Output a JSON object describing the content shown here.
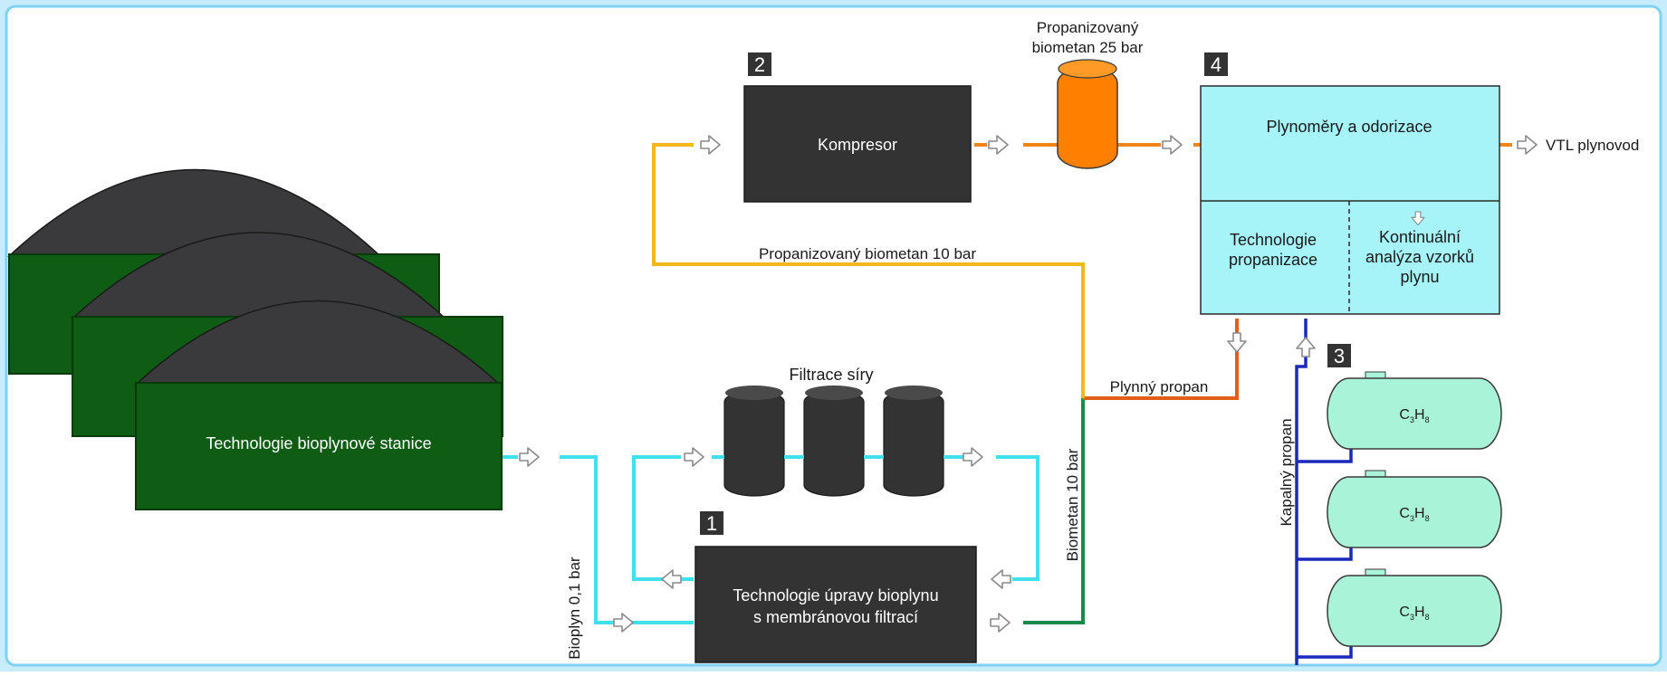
{
  "station": {
    "label": "Technologie bioplynové stanice"
  },
  "steps": {
    "one": "1",
    "two": "2",
    "three": "3",
    "four": "4"
  },
  "compressor": {
    "label": "Kompresor"
  },
  "sulfur_filter": {
    "label": "Filtrace síry"
  },
  "membrane": {
    "line1": "Technologie úpravy bioplynu",
    "line2": "s membránovou filtrací"
  },
  "module4": {
    "meters": "Plynoměry a odorizace",
    "propanization_line1": "Technologie",
    "propanization_line2": "propanizace",
    "analysis_line1": "Kontinuální",
    "analysis_line2": "analýza vzorků",
    "analysis_line3": "plynu"
  },
  "flows": {
    "biogas": "Bioplyn 0,1 bar",
    "biomethane10": "Biometan 10 bar",
    "propanized10": "Propanizovaný biometan 10 bar",
    "propanized25_line1": "Propanizovaný",
    "propanized25_line2": "biometan 25 bar",
    "gas_propane": "Plynný propan",
    "liquid_propane": "Kapalný propan",
    "output": "VTL plynovod"
  },
  "tanks": [
    {
      "base": "C",
      "sub1": "3",
      "mid": "H",
      "sub2": "8"
    },
    {
      "base": "C",
      "sub1": "3",
      "mid": "H",
      "sub2": "8"
    },
    {
      "base": "C",
      "sub1": "3",
      "mid": "H",
      "sub2": "8"
    }
  ],
  "colors": {
    "background": "#ffffff",
    "frame": "#5cc8f0",
    "dark_unit": "#333333",
    "station_green": "#0f5c14",
    "biogas_line": "#40e0ec",
    "biomethane_line": "#1a8a4a",
    "propanized10_line": "#f5b81c",
    "propanized25_line": "#f08419",
    "gas_propane_line": "#e0601a",
    "liquid_propane_line": "#1a2ab8",
    "module4_fill": "#a6f3f8",
    "tank_fill": "#a9f3d8",
    "compressed_tank": "#ff8000"
  },
  "icons": {
    "flow_arrow": "flow-arrow-icon"
  }
}
